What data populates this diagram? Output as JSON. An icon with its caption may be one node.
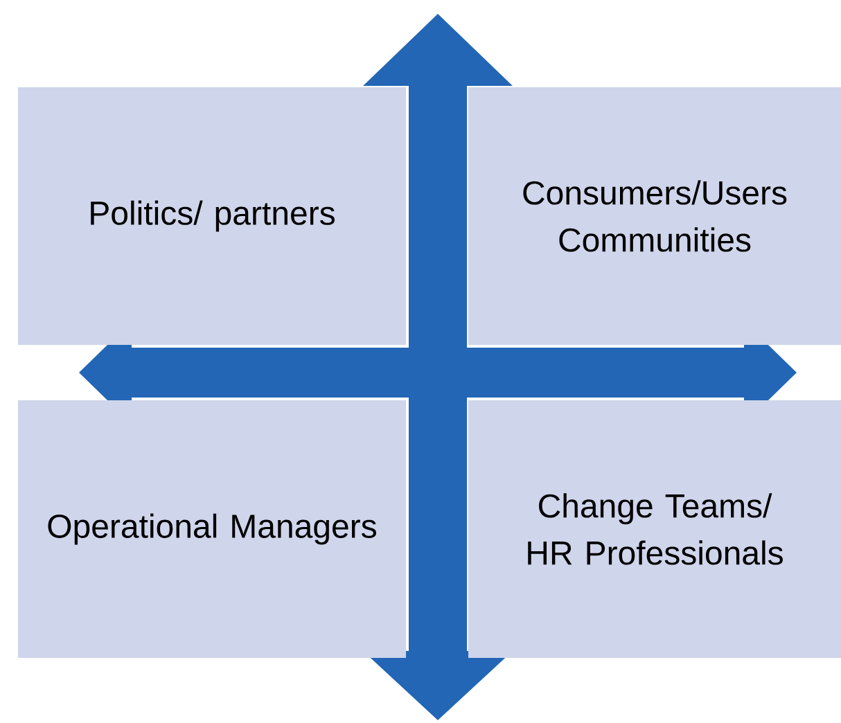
{
  "diagram": {
    "nodes": [
      {
        "text": [
          "Politics/ partners"
        ]
      },
      {
        "text": [
          "Consumers/Users Communities"
        ]
      },
      {
        "text": [
          "Operational Managers"
        ]
      },
      {
        "text": [
          "Change Teams/ HR Professionals"
        ]
      }
    ]
  }
}
